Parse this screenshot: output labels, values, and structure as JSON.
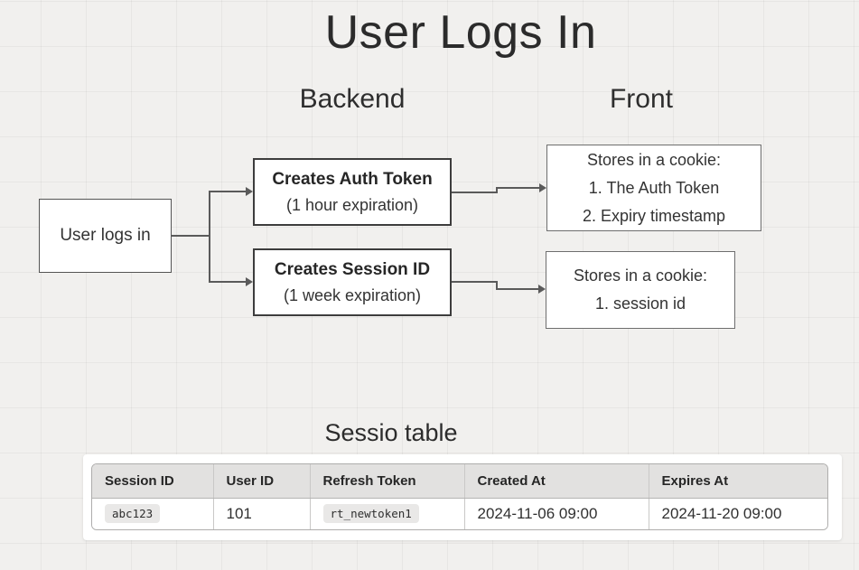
{
  "page": {
    "title": "User Logs In",
    "lanes": {
      "backend": "Backend",
      "front": "Front"
    }
  },
  "diagram": {
    "nodes": {
      "user": {
        "label": "User logs in"
      },
      "auth": {
        "title": "Creates Auth Token",
        "subtitle": "(1 hour expiration)"
      },
      "session": {
        "title": "Creates Session ID",
        "subtitle": "(1 week expiration)"
      },
      "cookie_auth": {
        "lines": [
          "Stores in a cookie:",
          "1. The Auth Token",
          "2. Expiry timestamp"
        ]
      },
      "cookie_session": {
        "lines": [
          "Stores in a cookie:",
          "1. session id"
        ]
      }
    }
  },
  "session_table": {
    "title": "Sessio table",
    "headers": [
      "Session ID",
      "User ID",
      "Refresh Token",
      "Created At",
      "Expires At"
    ],
    "rows": [
      [
        "abc123",
        "101",
        "rt_newtoken1",
        "2024-11-06 09:00",
        "2024-11-20 09:00"
      ]
    ]
  },
  "colors": {
    "canvas_bg": "#f1f0ee",
    "node_border_dark": "#3d3d3d",
    "connector": "#5a5a5a",
    "table_header_bg": "#e2e1e0",
    "code_pill_bg": "#e9e8e7"
  }
}
